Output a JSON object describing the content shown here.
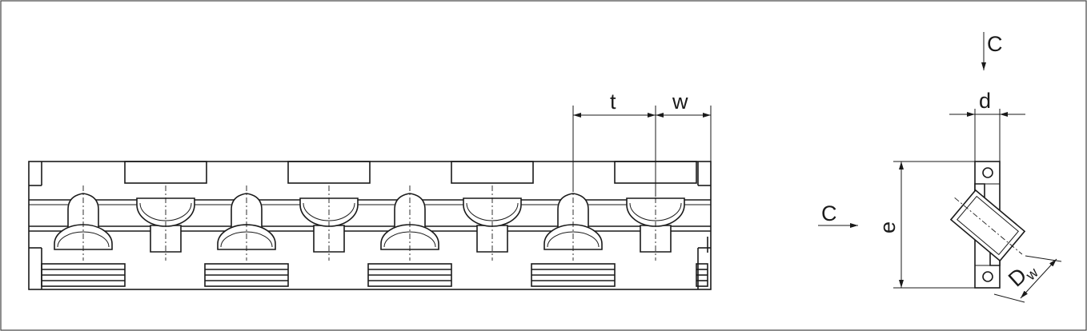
{
  "labels": {
    "pitch": "t",
    "width": "w",
    "section_top": "C",
    "section_side": "C",
    "diameter": "d",
    "height": "e",
    "roller_dia_main": "D",
    "roller_dia_sub": "w"
  }
}
